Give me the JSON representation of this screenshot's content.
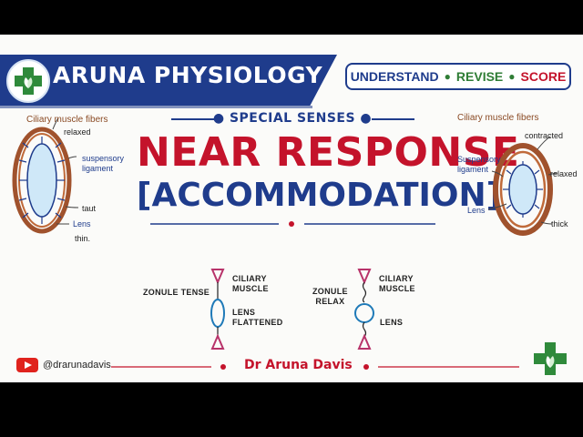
{
  "brand": {
    "name": "ARUNA PHYSIOLOGY",
    "tagline": [
      "UNDERSTAND",
      "REVISE",
      "SCORE"
    ]
  },
  "topic": {
    "subtitle": "SPECIAL SENSES",
    "title": "NEAR RESPONSE",
    "subtitle2": "[ACCOMMODATION]"
  },
  "left_eye": {
    "heading": "Ciliary muscle fibers",
    "state": "relaxed",
    "ligament": "suspensory\nligament",
    "ligament_state": "taut",
    "lens": "Lens",
    "lens_state": "thin."
  },
  "right_eye": {
    "heading": "Ciliary muscle fibers",
    "state": "contracted",
    "ligament": "Suspensory\nligament",
    "ligament_state": "relaxed",
    "lens": "Lens",
    "lens_state": "thick"
  },
  "diagram_left": {
    "zonule": "ZONULE TENSE",
    "muscle": "CILIARY\nMUSCLE",
    "lens": "LENS\nFLATTENED"
  },
  "diagram_right": {
    "zonule": "ZONULE\nRELAX",
    "muscle": "CILIARY\nMUSCLE",
    "lens": "LENS"
  },
  "footer": {
    "handle": "@drarunadavis",
    "author": "Dr Aruna Davis"
  },
  "colors": {
    "navy": "#1f3c8c",
    "red": "#c4132b",
    "green": "#2f7d35",
    "brown": "#a0522d",
    "lens": "#cfe8f8",
    "diagram_magenta": "#b8336a"
  },
  "icons": {
    "brand_logo": "green-cross-leaf-icon",
    "youtube": "youtube-icon",
    "corner_logo": "green-cross-leaf-icon"
  }
}
